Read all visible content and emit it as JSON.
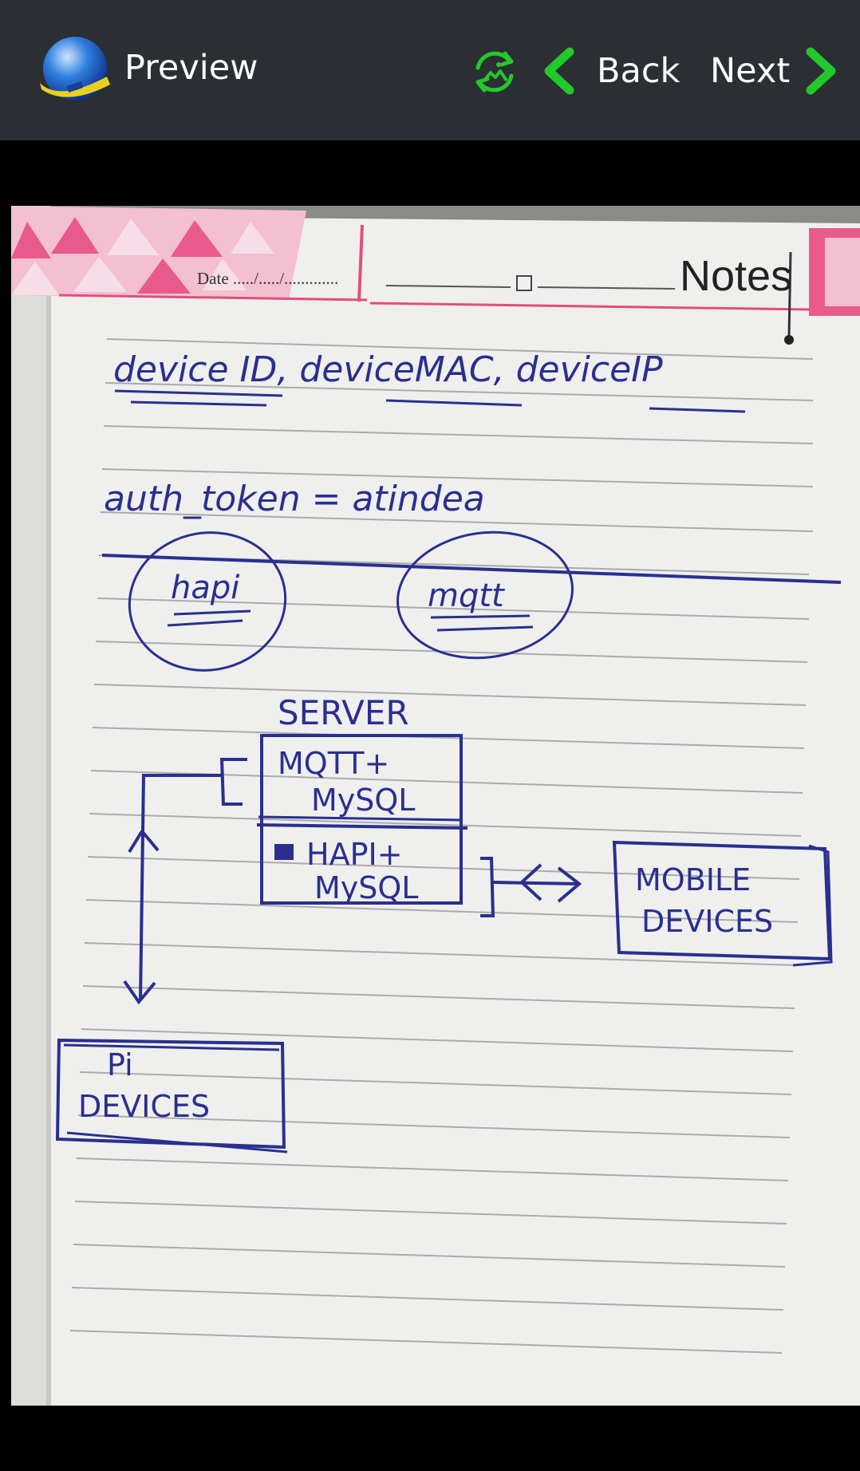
{
  "app": {
    "title": "Preview"
  },
  "nav": {
    "back_label": "Back",
    "next_label": "Next"
  },
  "colors": {
    "toolbar_bg": "#2b2e33",
    "accent": "#22c92a",
    "ink": "#2a2f8f",
    "paper": "#f2f2f2"
  },
  "icons": {
    "logo": "globe-logo-icon",
    "rotate": "rotate-image-icon",
    "back": "chevron-left-icon",
    "next": "chevron-right-icon"
  },
  "note": {
    "date_label": "Date ...../...../.............",
    "header": "Notes",
    "line1": "device ID,  deviceMAC,  deviceIP",
    "line2": "auth_token  =  atindea",
    "bubble_left": "hapi",
    "bubble_right": "mqtt",
    "server_label": "SERVER",
    "box1_l1": "MQTT+",
    "box1_l2": "MySQL",
    "box2_l1": "HAPI+",
    "box2_l2": "MySQL",
    "mobile_l1": "MOBILE",
    "mobile_l2": "DEVICES",
    "pi_l1": "Pi",
    "pi_l2": "DEVICES"
  }
}
